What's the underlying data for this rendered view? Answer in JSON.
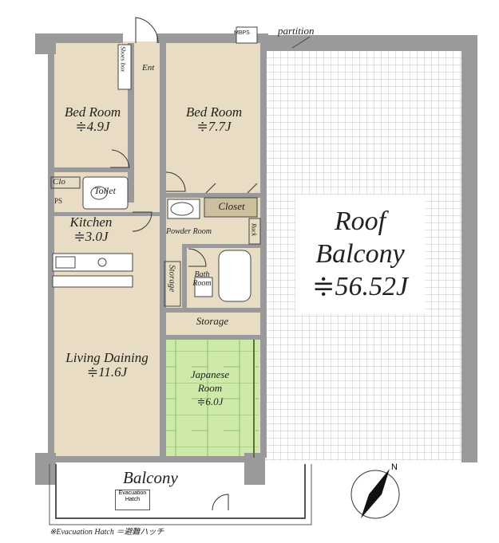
{
  "rooms": {
    "bedroom1": {
      "name": "Bed Room",
      "size": "≑4.9J"
    },
    "bedroom2": {
      "name": "Bed Room",
      "size": "≑7.7J"
    },
    "kitchen": {
      "name": "Kitchen",
      "size": "≑3.0J"
    },
    "living": {
      "name": "Living Daining",
      "size": "≑11.6J"
    },
    "japanese": {
      "name": "Japanese",
      "name2": "Room",
      "size": "≑6.0J"
    },
    "roof": {
      "line1": "Roof",
      "line2": "Balcony",
      "size": "≑56.52J"
    }
  },
  "labels": {
    "partition": "partition",
    "balcony": "Balcony",
    "ent": "Ent",
    "mbps": "MBPS",
    "shoes_box": "Shoes box",
    "clo": "Clo",
    "toilet": "Toilet",
    "ps": "PS",
    "closet": "Closet",
    "powder_room": "Powder Room",
    "rack": "Rack",
    "bath": "Bath",
    "bath_room": "Room",
    "storage_vertical": "Storage",
    "storage": "Storage",
    "evac_hatch_box_1": "Evacuation",
    "evac_hatch_box_2": "Hatch",
    "note": "※Evacuation Hatch ＝避難ハッチ",
    "compass_n": "N"
  },
  "colors": {
    "room_fill": "#e8dcc4",
    "tatami_fill": "#cdeaa8",
    "closet_fill": "#cdbf9d",
    "roof_grid": "#bfbfbf",
    "wall": "#9a9a9a"
  }
}
